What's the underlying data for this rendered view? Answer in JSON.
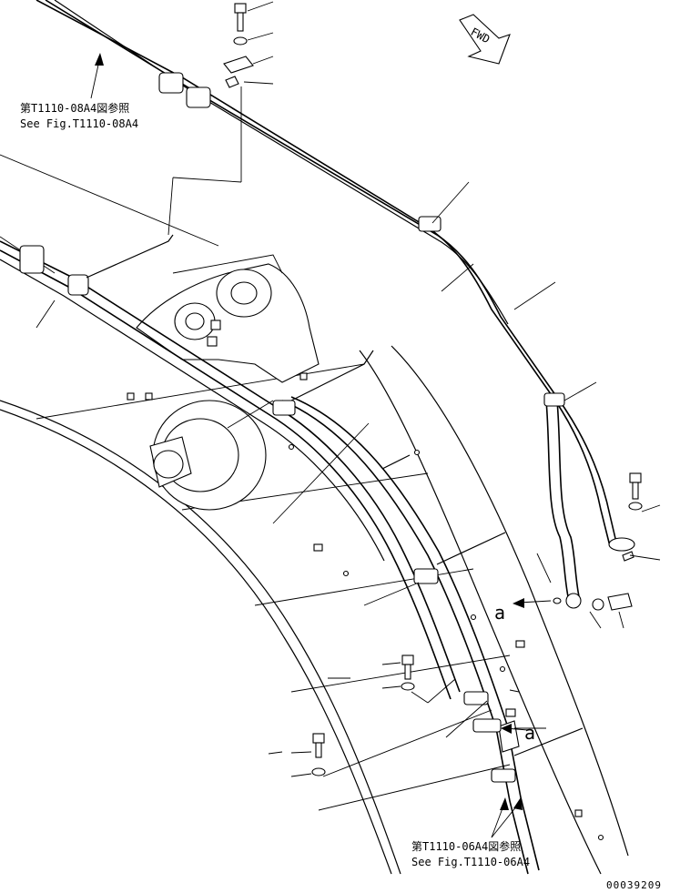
{
  "fwd_label": "FWD",
  "references": [
    {
      "jp": "第T1110-08A4図参照",
      "en": "See Fig.T1110-08A4"
    },
    {
      "jp": "第T1110-06A4図参照",
      "en": "See Fig.T1110-06A4"
    }
  ],
  "view_marks": [
    "a",
    "a"
  ],
  "drawing_number": "00039209"
}
